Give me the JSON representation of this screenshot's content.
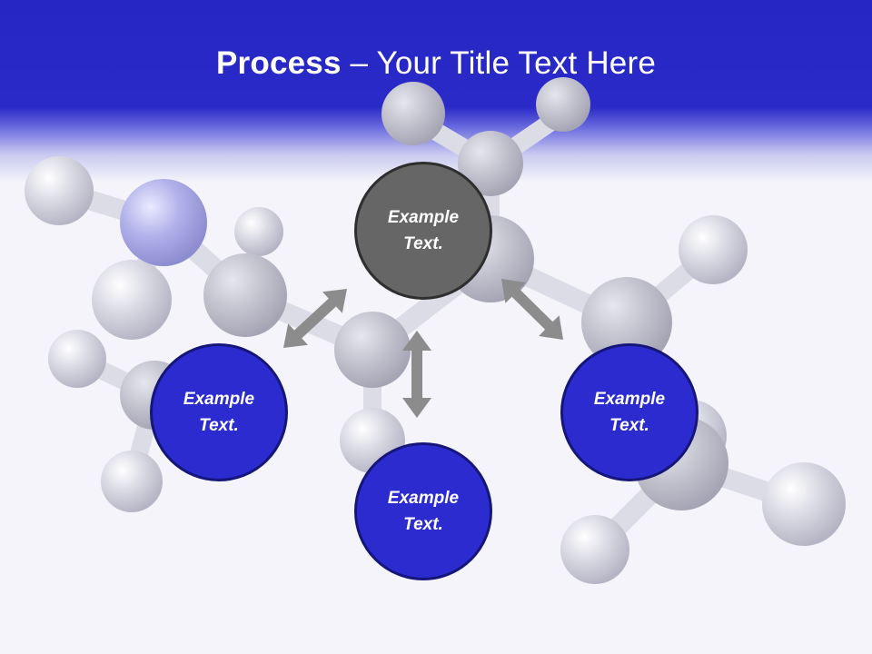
{
  "title": {
    "bold": "Process",
    "rest": " – Your Title Text Here"
  },
  "nodes": [
    {
      "line1": "Example",
      "line2": "Text."
    },
    {
      "line1": "Example",
      "line2": "Text."
    },
    {
      "line1": "Example",
      "line2": "Text."
    },
    {
      "line1": "Example",
      "line2": "Text."
    }
  ],
  "colors": {
    "header": "#2626c4",
    "node_fill": "#2b2bd0",
    "node_center": "#666666",
    "arrow": "#8c8c8c"
  }
}
